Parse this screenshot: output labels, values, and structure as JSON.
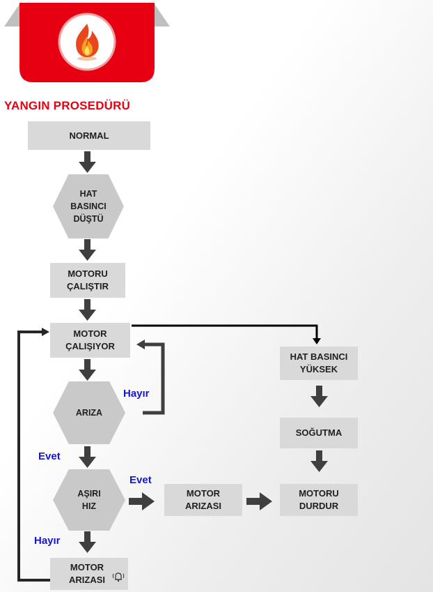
{
  "header": {
    "title": "YANGIN PROSEDÜRÜ",
    "icon": "fire-icon",
    "accent_color": "#e60012"
  },
  "nodes": {
    "normal": "NORMAL",
    "hat_basinci_dustu": "HAT\nBASINCI\nDÜŞTÜ",
    "motoru_calistir": "MOTORU\nÇALIŞTIR",
    "motor_calisiyor": "MOTOR\nÇALIŞIYOR",
    "ariza": "ARIZA",
    "asiri_hiz": "AŞIRI\nHIZ",
    "motor_arizasi_alarm": "MOTOR\nARIZASI",
    "motor_arizasi": "MOTOR\nARIZASI",
    "hat_basinci_yuksek": "HAT BASINCI\nYÜKSEK",
    "sogutma": "SOĞUTMA",
    "motoru_durdur": "MOTORU\nDURDUR"
  },
  "labels": {
    "hayir_ariza": "Hayır",
    "evet_ariza": "Evet",
    "evet_hiz": "Evet",
    "hayir_hiz": "Hayır"
  },
  "icons": {
    "alarm": "alarm-bell-icon"
  }
}
